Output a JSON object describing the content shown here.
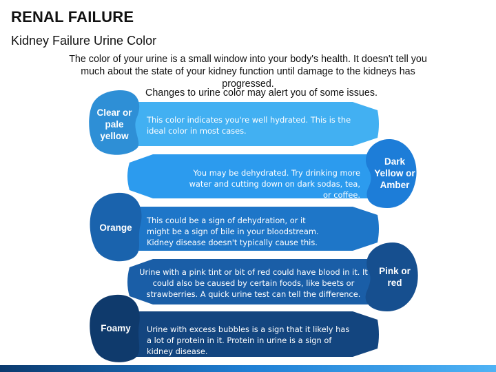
{
  "title": "RENAL FAILURE",
  "subtitle": "Kidney Failure Urine Color",
  "intro": "The color of your urine is a small window into your body's health. It doesn't tell you much about the state of your kidney function until damage to the kidneys has progressed.",
  "note": "Changes to urine color may alert you of some issues.",
  "rows": [
    {
      "label": "Clear or pale yellow",
      "text": "This color indicates you're well hydrated. This is the ideal color in most cases.",
      "bar_color": "#42b0f2",
      "blob_color": "#2e8fd6"
    },
    {
      "label": "Dark Yellow or Amber",
      "text": "You may be dehydrated. Try drinking more water and cutting down on dark sodas, tea, or coffee.",
      "bar_color": "#2c9bee",
      "blob_color": "#1d7dd8"
    },
    {
      "label": "Orange",
      "text": "This could be a sign of dehydration, or it might be a sign of bile in your bloodstream. Kidney disease doesn't typically cause this.",
      "bar_color": "#1e76c8",
      "blob_color": "#1a63ad"
    },
    {
      "label": "Pink or red",
      "text": "Urine with a pink tint or bit of red could have blood in it. It could also be caused by certain foods, like beets or strawberries. A quick urine test can tell the difference.",
      "bar_color": "#1a5ea7",
      "blob_color": "#164f8f"
    },
    {
      "label": "Foamy",
      "text": "Urine with excess bubbles is a sign that it likely has a lot of protein in it. Protein in urine is a sign of kidney disease.",
      "bar_color": "#13457f",
      "blob_color": "#0f3a6c"
    }
  ]
}
